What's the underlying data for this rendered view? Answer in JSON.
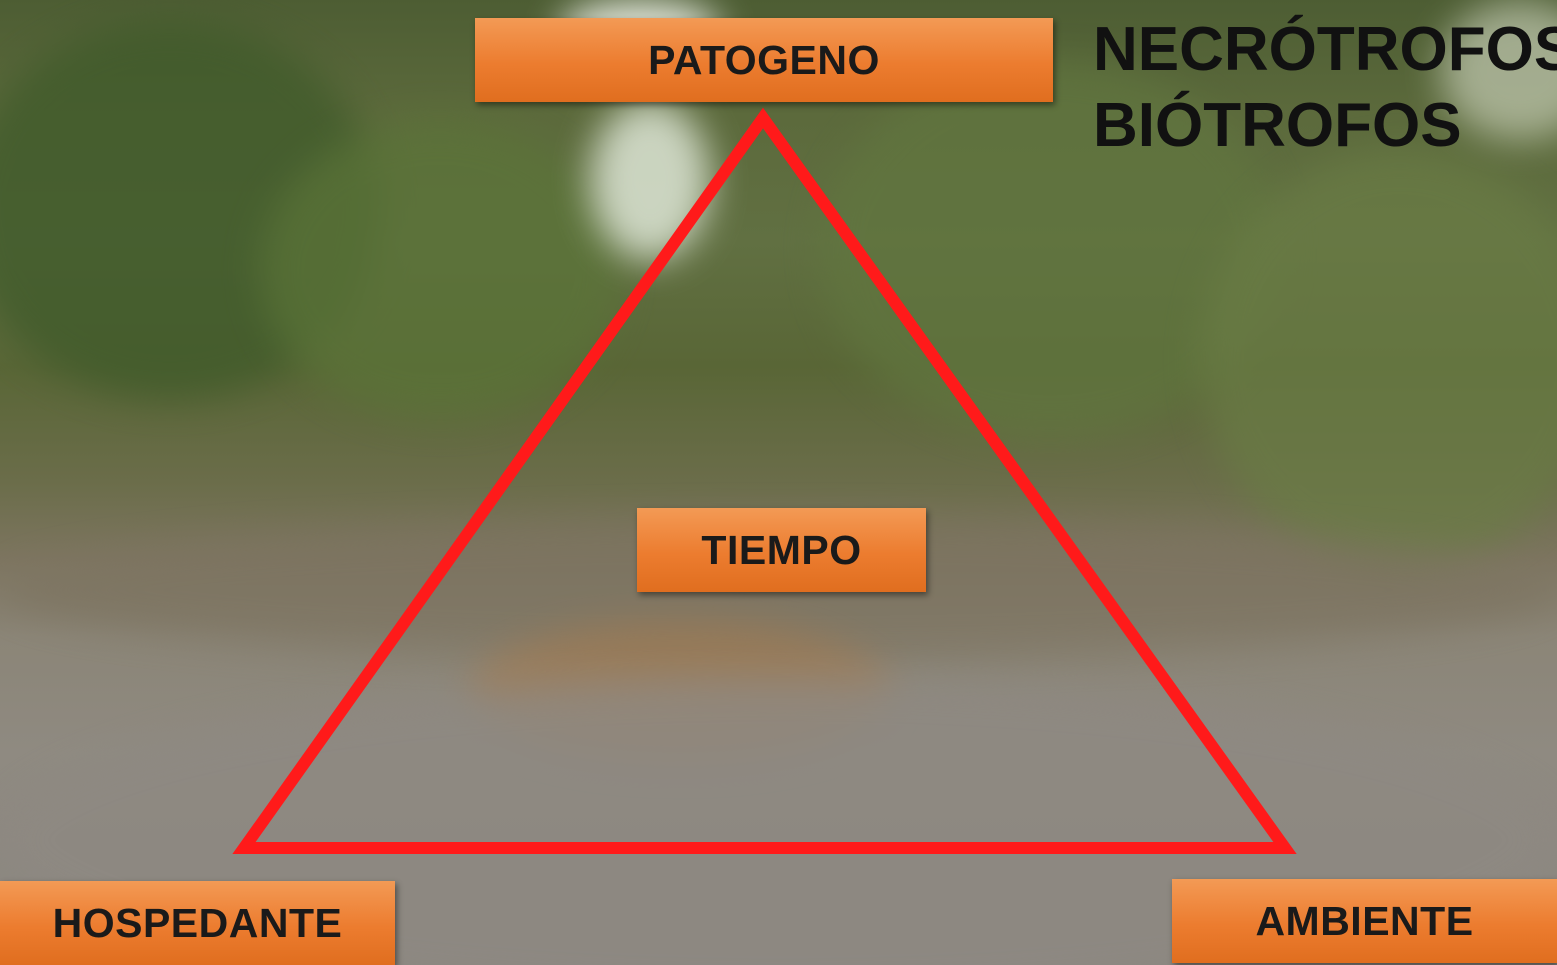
{
  "diagram": {
    "top_label": "PATOGENO",
    "center_label": "TIEMPO",
    "left_label": "HOSPEDANTE",
    "right_label": "AMBIENTE",
    "corner_lines": [
      "NECRÓTROFOS",
      "BIÓTROFOS"
    ]
  },
  "colors": {
    "triangle_stroke": "#ff1a1a",
    "label_fill": "#ec7c2f",
    "label_text": "#1a1a1a",
    "corner_text": "#111111"
  }
}
